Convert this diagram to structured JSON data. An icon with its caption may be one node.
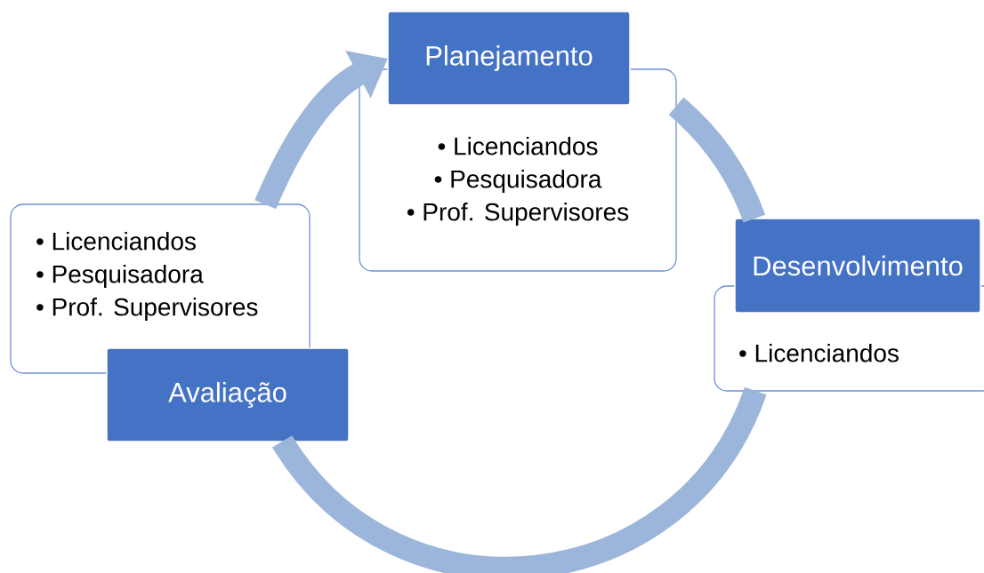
{
  "diagram": {
    "nodes": [
      {
        "text": [
          "Planejamento"
        ]
      },
      {
        "text": [
          "• Licenciandos",
          "• Pesquisadora",
          "• Prof. Supervisores"
        ]
      },
      {
        "text": [
          "Desenvolvimento"
        ]
      },
      {
        "text": [
          "• Licenciandos"
        ]
      },
      {
        "text": [
          "Avaliação"
        ]
      },
      {
        "text": [
          "• Licenciandos",
          "• Pesquisadora",
          "• Prof. Supervisores"
        ]
      }
    ],
    "edges": [
      {
        "from": 1,
        "to": 2,
        "arrow": "none"
      },
      {
        "from": 3,
        "to": 4,
        "arrow": "none"
      },
      {
        "from": 5,
        "to": 0,
        "arrow": "to"
      }
    ]
  }
}
